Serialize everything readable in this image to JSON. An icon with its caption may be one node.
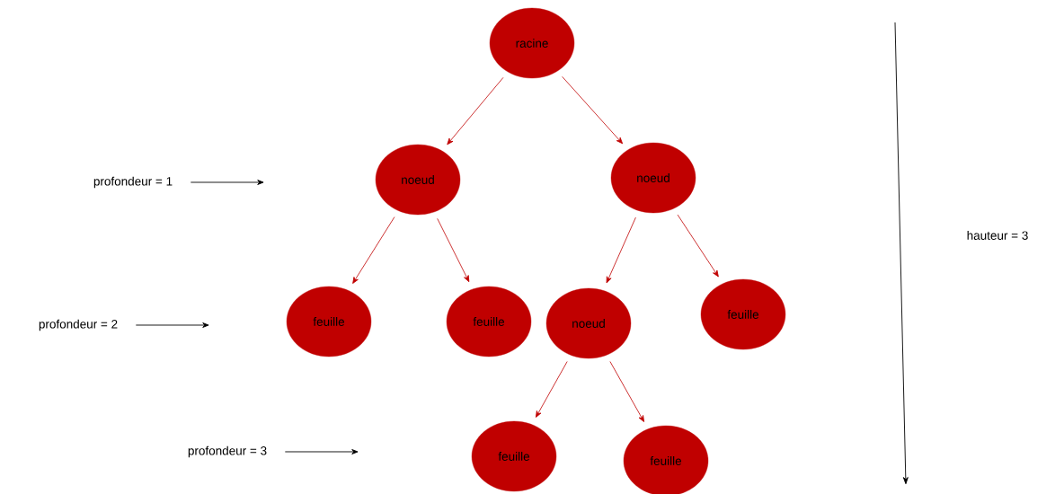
{
  "diagram": {
    "nodes": [
      {
        "text": [
          "racine"
        ]
      },
      {
        "text": [
          "noeud"
        ]
      },
      {
        "text": [
          "noeud"
        ]
      },
      {
        "text": [
          "feuille"
        ]
      },
      {
        "text": [
          "feuille"
        ]
      },
      {
        "text": [
          "noeud"
        ]
      },
      {
        "text": [
          "feuille"
        ]
      },
      {
        "text": [
          "feuille"
        ]
      },
      {
        "text": [
          "feuille"
        ]
      },
      {
        "text": [
          "profondeur = 1"
        ]
      },
      {
        "text": [
          "profondeur = 2"
        ]
      },
      {
        "text": [
          "profondeur = 3"
        ]
      }
    ],
    "edges": [
      {
        "from": 0,
        "to": 1,
        "arrow": "to"
      },
      {
        "from": 0,
        "to": 2,
        "arrow": "to"
      },
      {
        "from": 1,
        "to": 3,
        "arrow": "to"
      },
      {
        "from": 1,
        "to": 4,
        "arrow": "to"
      },
      {
        "from": 2,
        "to": 5,
        "arrow": "to"
      },
      {
        "from": 2,
        "to": 6,
        "arrow": "to"
      },
      {
        "from": 5,
        "to": 7,
        "arrow": "to"
      },
      {
        "from": 5,
        "to": 8,
        "arrow": "to"
      },
      {
        "from": 9,
        "to": null,
        "arrow": "to",
        "color": "#000000"
      },
      {
        "from": 10,
        "to": null,
        "arrow": "to",
        "color": "#000000"
      },
      {
        "from": 11,
        "to": null,
        "arrow": "to",
        "color": "#000000"
      }
    ],
    "labels": [
      "hauteur = 3"
    ]
  }
}
